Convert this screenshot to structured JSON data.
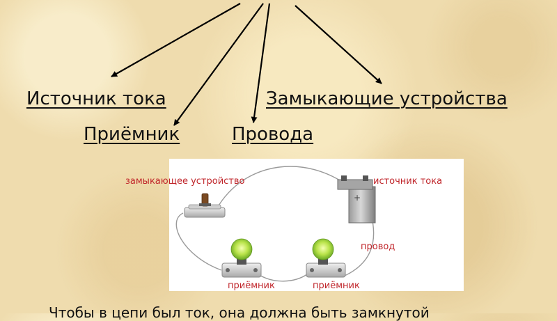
{
  "terms": {
    "source": "Источник тока",
    "switching": "Замыкающие устройства",
    "receiver": "Приёмник",
    "wires": "Провода"
  },
  "circuit_labels": {
    "switch": "замыкающее устройство",
    "source": "источник тока",
    "wire": "провод",
    "bulb_left": "приёмник",
    "bulb_right": "приёмник"
  },
  "bottom_text": "Чтобы в цепи был ток, она должна быть замкнутой"
}
